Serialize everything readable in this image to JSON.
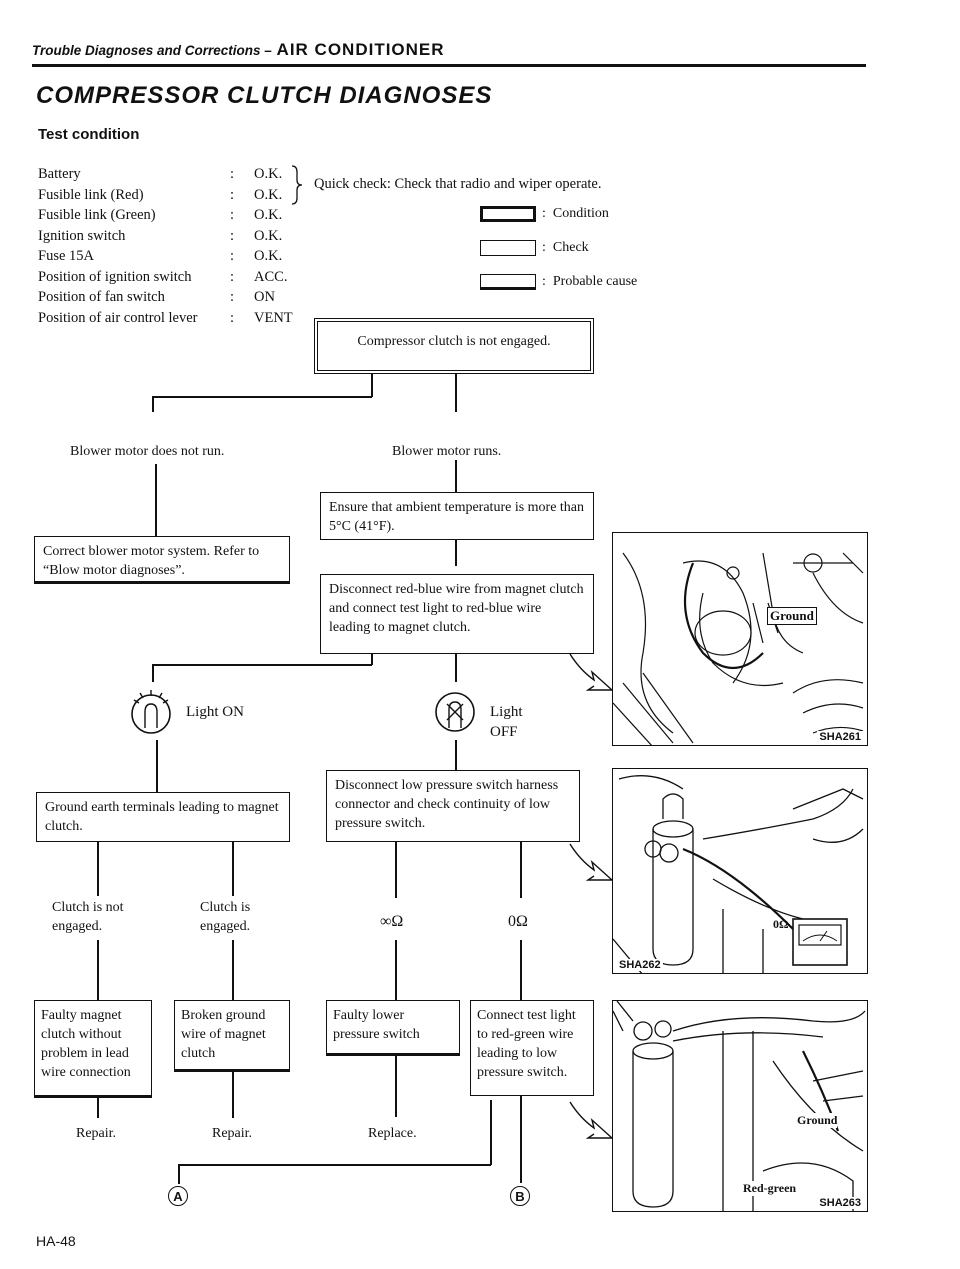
{
  "header": {
    "section_italic": "Trouble Diagnoses and Corrections –",
    "section": "AIR CONDITIONER"
  },
  "title": "COMPRESSOR CLUTCH DIAGNOSES",
  "subtitle": "Test condition",
  "conditions": [
    {
      "label": "Battery",
      "value": "O.K."
    },
    {
      "label": "Fusible link (Red)",
      "value": "O.K."
    },
    {
      "label": "Fusible link (Green)",
      "value": "O.K."
    },
    {
      "label": "Ignition switch",
      "value": "O.K."
    },
    {
      "label": "Fuse 15A",
      "value": "O.K."
    },
    {
      "label": "Position of ignition switch",
      "value": "ACC."
    },
    {
      "label": "Position of fan switch",
      "value": "ON"
    },
    {
      "label": "Position of air control lever",
      "value": "VENT"
    }
  ],
  "quick_check": "Quick check:  Check that radio and wiper operate.",
  "legend": [
    {
      "label": "Condition"
    },
    {
      "label": "Check"
    },
    {
      "label": "Probable cause"
    }
  ],
  "flow": {
    "start": "Compressor clutch is not engaged.",
    "blower_not_run": "Blower motor does not run.",
    "blower_runs": "Blower motor runs.",
    "correct_blower": "Correct blower motor system. Refer to “Blow motor diagnoses”.",
    "ambient": "Ensure that ambient temperature is more than 5°C (41°F).",
    "disconnect_redblue": "Disconnect red-blue wire from magnet clutch and connect test light to red-blue wire leading to magnet clutch.",
    "light_on": "Light ON",
    "light_off": "Light OFF",
    "ground_earth": "Ground earth terminals leading to magnet clutch.",
    "clutch_not_engaged": "Clutch is not engaged.",
    "clutch_engaged": "Clutch is engaged.",
    "faulty_magnet": "Faulty magnet clutch without problem in lead wire connection",
    "broken_ground": "Broken ground wire of magnet clutch",
    "repair1": "Repair.",
    "repair2": "Repair.",
    "disconnect_lowp": "Disconnect low pressure switch harness connector and check continuity of low pressure switch.",
    "inf_ohm": "∞Ω",
    "zero_ohm": "0Ω",
    "faulty_lowp": "Faulty lower pressure switch",
    "connect_test_light": "Connect test light to red-green wire leading to low pressure switch.",
    "replace": "Replace.",
    "connector_a": "A",
    "connector_b": "B"
  },
  "photos": [
    {
      "code": "SHA261",
      "callout": "Ground"
    },
    {
      "code": "SHA262",
      "callout": "0Ω"
    },
    {
      "code": "SHA263",
      "callout1": "Ground",
      "callout2": "Red-green"
    }
  ],
  "page_number": "HA-48"
}
